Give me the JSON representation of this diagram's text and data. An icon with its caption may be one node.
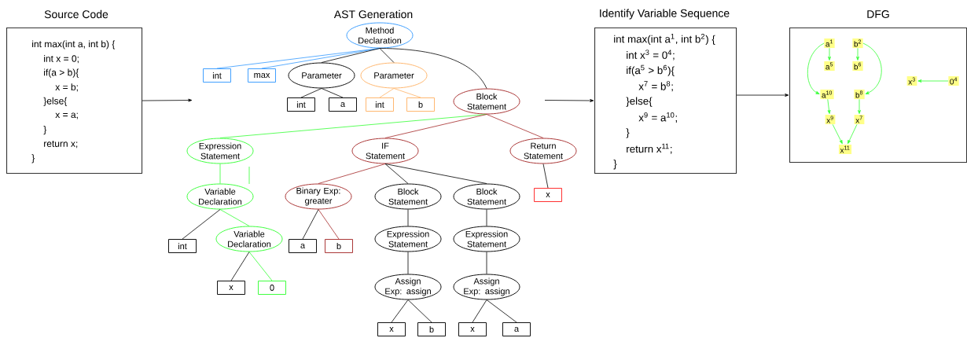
{
  "diagram": {
    "nodes": [
      {
        "text": [
          "Source Code",
          "int max(int a, int b) {",
          "int x = 0;",
          "if(a > b){",
          "x = b;",
          "}else{",
          "x = a;",
          "}",
          "return x;",
          "}"
        ]
      },
      {
        "text": [
          "Method Declaration"
        ]
      },
      {
        "text": [
          "int"
        ]
      },
      {
        "text": [
          "max"
        ]
      },
      {
        "text": [
          "Parameter"
        ]
      },
      {
        "text": [
          "Parameter"
        ]
      },
      {
        "text": [
          "Block Statement"
        ]
      },
      {
        "text": [
          "int"
        ]
      },
      {
        "text": [
          "a"
        ]
      },
      {
        "text": [
          "int"
        ]
      },
      {
        "text": [
          "b"
        ]
      },
      {
        "text": [
          "Expression Statement"
        ]
      },
      {
        "text": [
          "IF Statement"
        ]
      },
      {
        "text": [
          "Return Statement"
        ]
      },
      {
        "text": [
          "Variable Declaration"
        ]
      },
      {
        "text": [
          "Binary Exp: greater"
        ]
      },
      {
        "text": [
          "Block Statement"
        ]
      },
      {
        "text": [
          "Block Statement"
        ]
      },
      {
        "text": [
          "x"
        ]
      },
      {
        "text": [
          "int"
        ]
      },
      {
        "text": [
          "Variable Declaration"
        ]
      },
      {
        "text": [
          "a"
        ]
      },
      {
        "text": [
          "b"
        ]
      },
      {
        "text": [
          "Expression Statement"
        ]
      },
      {
        "text": [
          "Expression Statement"
        ]
      },
      {
        "text": [
          "x"
        ]
      },
      {
        "text": [
          "0"
        ]
      },
      {
        "text": [
          "Assign Exp: assign"
        ]
      },
      {
        "text": [
          "Assign Exp: assign"
        ]
      },
      {
        "text": [
          "x"
        ]
      },
      {
        "text": [
          "b"
        ]
      },
      {
        "text": [
          "x"
        ]
      },
      {
        "text": [
          "a"
        ]
      },
      {
        "text": [
          "Identify Variable Sequence",
          "int max(int a$^{1}$, int b$^{2}$) {",
          "int x$^{3}$ = 0$^{4}$;",
          "if(a$^{5}$ > b$^{6}$){",
          "x$^{7}$ = b$^{8}$;",
          "}else{",
          "x$^{9}$ = a$^{10}$;",
          "}",
          "return x$^{11}$;",
          "}"
        ]
      },
      {
        "text": [
          "DFG"
        ]
      },
      {
        "text": [
          "a$^{1}$"
        ],
        "in": 34
      },
      {
        "text": [
          "b$^{2}$"
        ],
        "in": 34
      },
      {
        "text": [
          "a$^{5}$"
        ],
        "in": 34
      },
      {
        "text": [
          "b$^{6}$"
        ],
        "in": 34
      },
      {
        "text": [
          "x$^{3}$"
        ],
        "in": 34
      },
      {
        "text": [
          "0$^{4}$"
        ],
        "in": 34
      },
      {
        "text": [
          "a$^{10}$"
        ],
        "in": 34
      },
      {
        "text": [
          "b$^{8}$"
        ],
        "in": 34
      },
      {
        "text": [
          "x$^{9}$"
        ],
        "in": 34
      },
      {
        "text": [
          "x$^{7}$"
        ],
        "in": 34
      },
      {
        "text": [
          "x$^{11}$"
        ],
        "in": 34
      }
    ],
    "edges": [
      {
        "from": 0,
        "to": null,
        "arrow": "to"
      },
      {
        "from": null,
        "to": 33,
        "arrow": "to"
      },
      {
        "from": 33,
        "to": 34,
        "arrow": "to"
      },
      {
        "from": 1,
        "to": 2,
        "arrow": "none",
        "color": "#3399ff"
      },
      {
        "from": 1,
        "to": 3,
        "arrow": "none",
        "color": "#3399ff"
      },
      {
        "from": 1,
        "to": 4,
        "arrow": "none"
      },
      {
        "from": 1,
        "to": 5,
        "arrow": "none"
      },
      {
        "from": 1,
        "to": 6,
        "arrow": "none"
      },
      {
        "from": 4,
        "to": 7,
        "arrow": "none"
      },
      {
        "from": 4,
        "to": 8,
        "arrow": "none"
      },
      {
        "from": 5,
        "to": 9,
        "arrow": "none",
        "color": "#ffb366"
      },
      {
        "from": 5,
        "to": 10,
        "arrow": "none",
        "color": "#ffb366"
      },
      {
        "from": 6,
        "to": 11,
        "arrow": "none",
        "color": "#33ff33"
      },
      {
        "from": 6,
        "to": 12,
        "arrow": "none",
        "color": "#a52a2a"
      },
      {
        "from": 6,
        "to": 13,
        "arrow": "none",
        "color": "#a52a2a"
      },
      {
        "from": 11,
        "to": 14,
        "arrow": "none",
        "color": "#33ff33"
      },
      {
        "from": 12,
        "to": 15,
        "arrow": "none",
        "color": "#a52a2a"
      },
      {
        "from": 12,
        "to": 16,
        "arrow": "none"
      },
      {
        "from": 12,
        "to": 17,
        "arrow": "none"
      },
      {
        "from": 13,
        "to": 18,
        "arrow": "none"
      },
      {
        "from": 14,
        "to": 19,
        "arrow": "none"
      },
      {
        "from": 14,
        "to": 20,
        "arrow": "none",
        "color": "#33ff33"
      },
      {
        "from": 15,
        "to": 21,
        "arrow": "none"
      },
      {
        "from": 15,
        "to": 22,
        "arrow": "none",
        "color": "#a52a2a"
      },
      {
        "from": 16,
        "to": 23,
        "arrow": "none"
      },
      {
        "from": 17,
        "to": 24,
        "arrow": "none"
      },
      {
        "from": 20,
        "to": 25,
        "arrow": "none"
      },
      {
        "from": 20,
        "to": 26,
        "arrow": "none",
        "color": "#33ff33"
      },
      {
        "from": 23,
        "to": 27,
        "arrow": "none"
      },
      {
        "from": 24,
        "to": 28,
        "arrow": "none"
      },
      {
        "from": 27,
        "to": 29,
        "arrow": "none"
      },
      {
        "from": 27,
        "to": 30,
        "arrow": "none"
      },
      {
        "from": 28,
        "to": 31,
        "arrow": "none"
      },
      {
        "from": 28,
        "to": 32,
        "arrow": "none"
      },
      {
        "from": 35,
        "to": 37,
        "arrow": "to",
        "color": "#33ff33"
      },
      {
        "from": 36,
        "to": 38,
        "arrow": "to",
        "color": "#33ff33"
      },
      {
        "from": 35,
        "to": 41,
        "arrow": "to",
        "color": "#33ff33"
      },
      {
        "from": 36,
        "to": 42,
        "arrow": "to",
        "color": "#33ff33"
      },
      {
        "from": 40,
        "to": 39,
        "arrow": "to",
        "color": "#33ff33"
      },
      {
        "from": 41,
        "to": 43,
        "arrow": "to",
        "color": "#33ff33"
      },
      {
        "from": 42,
        "to": 44,
        "arrow": "to",
        "color": "#33ff33"
      },
      {
        "from": 43,
        "to": 45,
        "arrow": "to",
        "color": "#33ff33"
      },
      {
        "from": 44,
        "to": 45,
        "arrow": "to",
        "color": "#33ff33"
      }
    ],
    "labels": [
      "AST Generation"
    ]
  }
}
